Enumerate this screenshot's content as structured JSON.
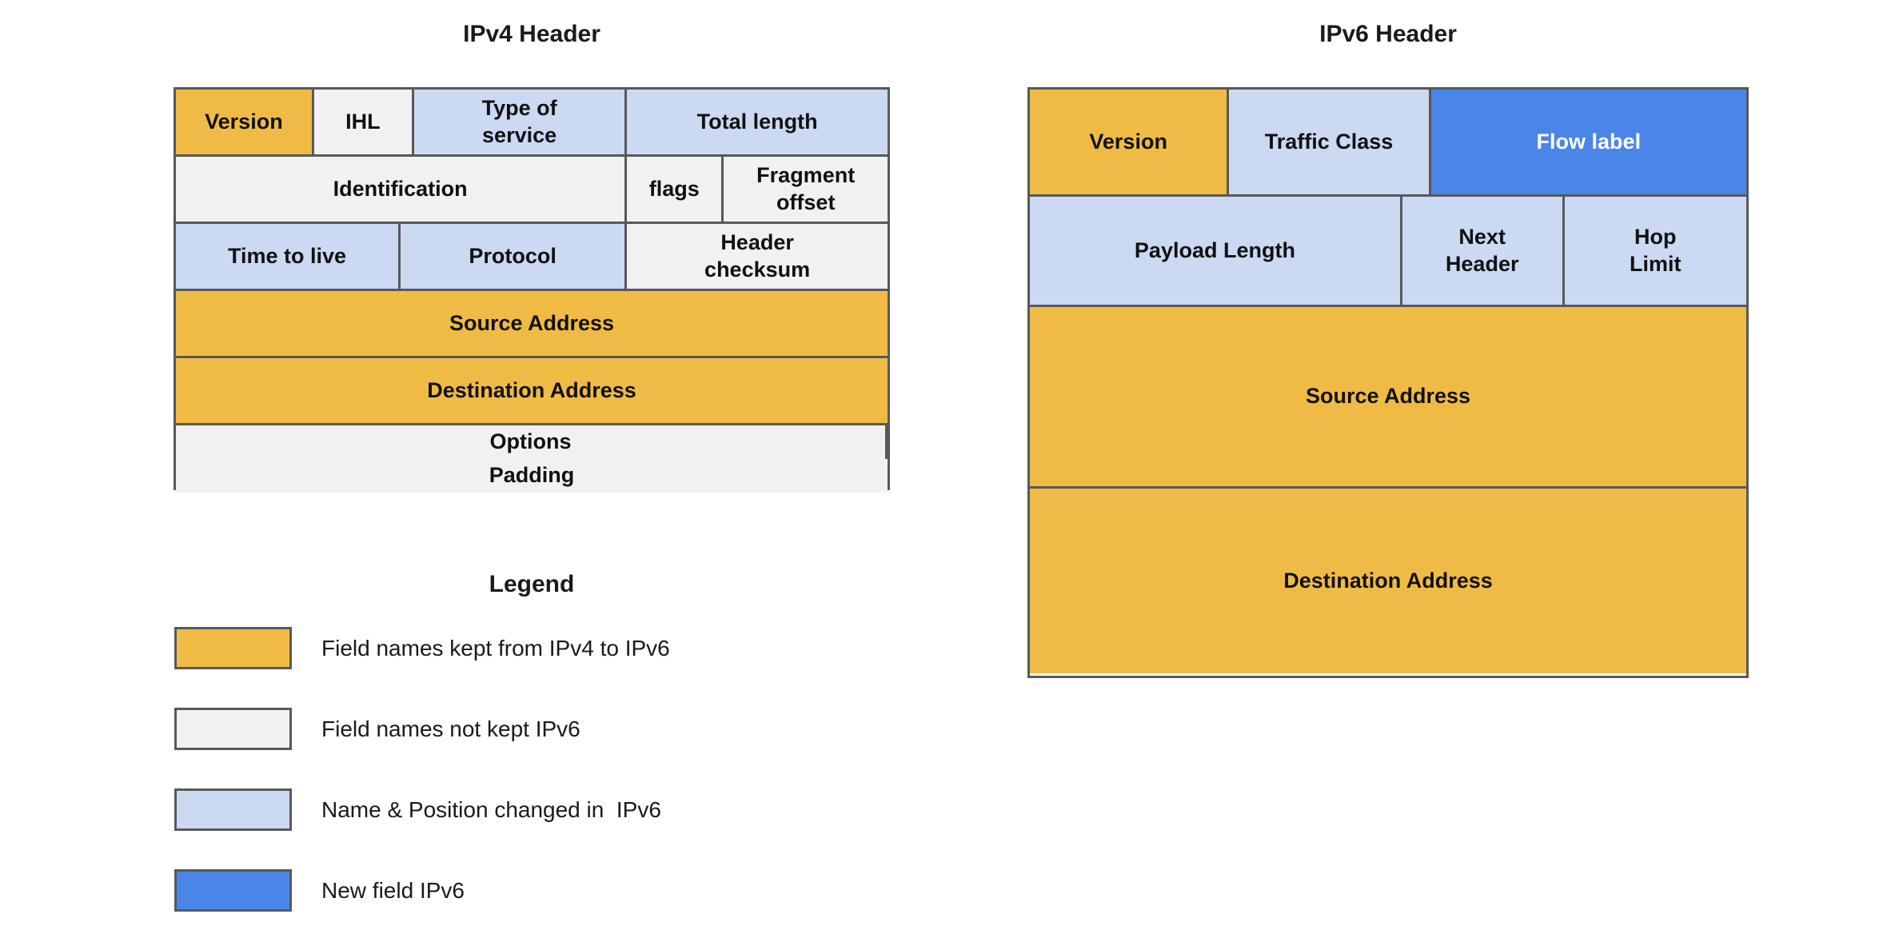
{
  "colors": {
    "kept": "#F0BB45",
    "not_kept": "#F1F1F1",
    "changed": "#CBD9F2",
    "new_field": "#4A86E8",
    "border": "#58595B",
    "flow_label_text": "#FFFFFF"
  },
  "ipv4": {
    "title": "IPv4 Header",
    "cells": {
      "version": "Version",
      "ihl": "IHL",
      "type_of_service": "Type of\nservice",
      "total_length": "Total length",
      "identification": "Identification",
      "flags": "flags",
      "fragment_offset": "Fragment\noffset",
      "time_to_live": "Time to live",
      "protocol": "Protocol",
      "header_checksum": "Header\nchecksum",
      "source_address": "Source Address",
      "destination_address": "Destination Address",
      "options": "Options",
      "padding": "Padding"
    }
  },
  "ipv6": {
    "title": "IPv6 Header",
    "cells": {
      "version": "Version",
      "traffic_class": "Traffic Class",
      "flow_label": "Flow label",
      "payload_length": "Payload Length",
      "next_header": "Next\nHeader",
      "hop_limit": "Hop\nLimit",
      "source_address": "Source Address",
      "destination_address": "Destination Address"
    }
  },
  "legend": {
    "title": "Legend",
    "items": [
      {
        "color": "#F0BB45",
        "label": "Field names kept from IPv4 to IPv6"
      },
      {
        "color": "#F1F1F1",
        "label": "Field names not kept IPv6"
      },
      {
        "color": "#CBD9F2",
        "label": "Name & Position changed in  IPv6"
      },
      {
        "color": "#4A86E8",
        "label": "New field IPv6"
      }
    ]
  }
}
